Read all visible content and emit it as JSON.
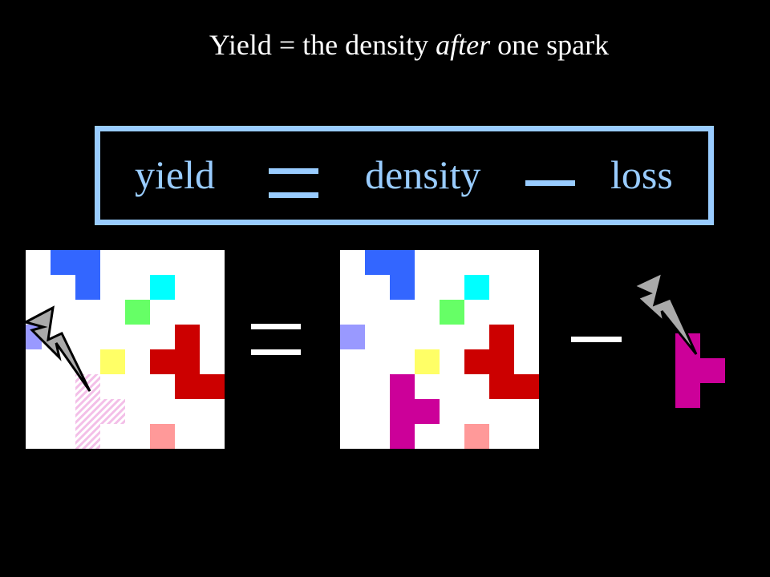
{
  "title": {
    "prefix": "Yield = the density ",
    "emphasis": "after",
    "suffix": " one spark"
  },
  "formula": {
    "terms": [
      "yield",
      "density",
      "loss"
    ],
    "operators": [
      "=",
      "−"
    ]
  },
  "colors": {
    "background": "#000000",
    "formula_blue": "#99ccff",
    "operator_white": "#ffffff",
    "grid_bg": "#ffffff",
    "blue_block": "#3366ff",
    "cyan_block": "#00ffff",
    "green_block": "#66ff66",
    "red_block": "#cc0000",
    "yellow_block": "#ffff66",
    "lavender_block": "#9999ff",
    "pink_block": "#ff9999",
    "magenta_block": "#cc0099",
    "lightning": "#aaaaaa"
  },
  "icons": [
    "lightning-bolt-icon",
    "lightning-bolt-icon"
  ]
}
